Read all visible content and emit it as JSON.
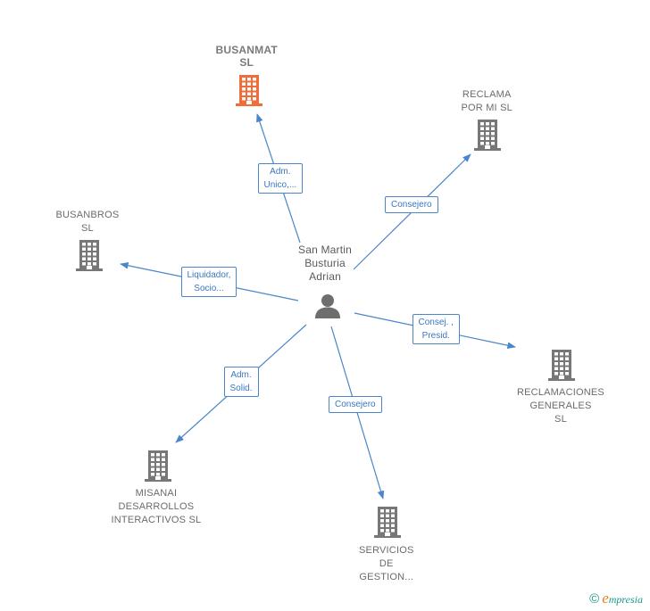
{
  "center": {
    "name_lines": [
      "San Martin",
      "Busturia",
      "Adrian"
    ],
    "icon": "person-icon"
  },
  "companies": [
    {
      "id": "busanmat",
      "lines": [
        "BUSANMAT",
        "SL"
      ],
      "bold": true,
      "color": "#f26c3a",
      "icon": "building-icon"
    },
    {
      "id": "reclama",
      "lines": [
        "RECLAMA",
        "POR MI  SL"
      ],
      "bold": false,
      "color": "#777777",
      "icon": "building-icon"
    },
    {
      "id": "busanbros",
      "lines": [
        "BUSANBROS",
        "SL"
      ],
      "bold": false,
      "color": "#777777",
      "icon": "building-icon"
    },
    {
      "id": "reclamaciones",
      "lines": [
        "RECLAMACIONES",
        "GENERALES",
        "SL"
      ],
      "bold": false,
      "color": "#777777",
      "icon": "building-icon"
    },
    {
      "id": "misanai",
      "lines": [
        "MISANAI",
        "DESARROLLOS",
        "INTERACTIVOS SL"
      ],
      "bold": false,
      "color": "#777777",
      "icon": "building-icon"
    },
    {
      "id": "servicios",
      "lines": [
        "SERVICIOS",
        "DE",
        "GESTION..."
      ],
      "bold": false,
      "color": "#777777",
      "icon": "building-icon"
    }
  ],
  "relations": [
    {
      "target": "busanmat",
      "lines": [
        "Adm.",
        "Unico,..."
      ]
    },
    {
      "target": "reclama",
      "lines": [
        "Consejero"
      ]
    },
    {
      "target": "busanbros",
      "lines": [
        "Liquidador,",
        "Socio..."
      ]
    },
    {
      "target": "reclamaciones",
      "lines": [
        "Consej. ,",
        "Presid."
      ]
    },
    {
      "target": "misanai",
      "lines": [
        "Adm.",
        "Solid."
      ]
    },
    {
      "target": "servicios",
      "lines": [
        "Consejero"
      ]
    }
  ],
  "colors": {
    "edge": "#4a86c8",
    "highlight": "#f26c3a",
    "node": "#777777"
  },
  "footer": {
    "copyright": "©",
    "brand_initial": "e",
    "brand_rest": "mpresia"
  }
}
